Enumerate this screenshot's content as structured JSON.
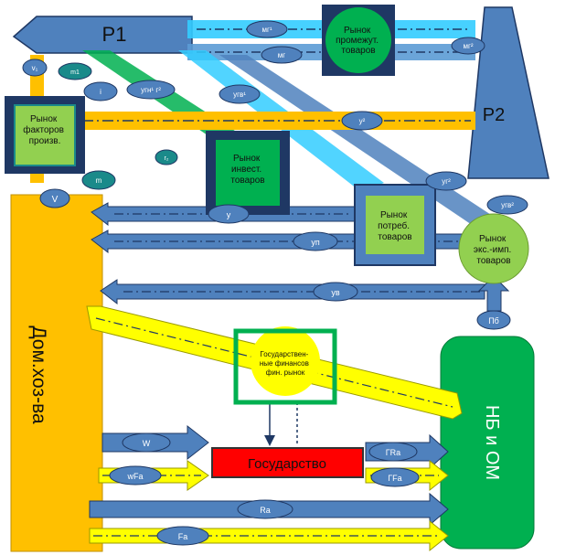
{
  "colors": {
    "blue": "#4f81bd",
    "blue_dark": "#1f3864",
    "light_blue": "#33ccff",
    "orange": "#ffc000",
    "yellow": "#ffff00",
    "green": "#00b050",
    "green_box": "#92d050",
    "teal_box": "#1a8a8a",
    "red": "#ff0000"
  },
  "nodes": {
    "p1": "Р1",
    "p2": "Р2",
    "intermediate_market": [
      "Рынок",
      "промежут.",
      "товаров"
    ],
    "factor_market": [
      "Рынок",
      "факторов",
      "произв."
    ],
    "investment_market": [
      "Рынок",
      "инвест.",
      "товаров"
    ],
    "consumer_market": [
      "Рынок",
      "потреб.",
      "товаров"
    ],
    "export_import_market": [
      "Рынок",
      "экс.-имп.",
      "товаров"
    ],
    "households": "Дом.хоз-ва",
    "financial_market": [
      "Государствен-",
      "ные финансов",
      "фин. рынок"
    ],
    "state": "Государство",
    "nb_om": "НБ и ОМ"
  },
  "flow_labels": {
    "mg1": "мг¹",
    "mg2": "мг²",
    "mg": "мг",
    "ugn1_g2": "угн¹ г²",
    "ugv1": "угв¹",
    "y2": "у²",
    "ug2": "уг²",
    "ugv2": "угв²",
    "v1": "v₁",
    "m1": "m1",
    "i": "i",
    "r2": "r₂",
    "m": "m",
    "v_cap": "V",
    "u_left": "у",
    "yp": "уп",
    "yv": "ув",
    "pb": "Пб",
    "w": "W",
    "wfa": "wFa",
    "gra": "ГRa",
    "gfa": "ГFa",
    "ra": "Ra",
    "fa": "Fa"
  }
}
